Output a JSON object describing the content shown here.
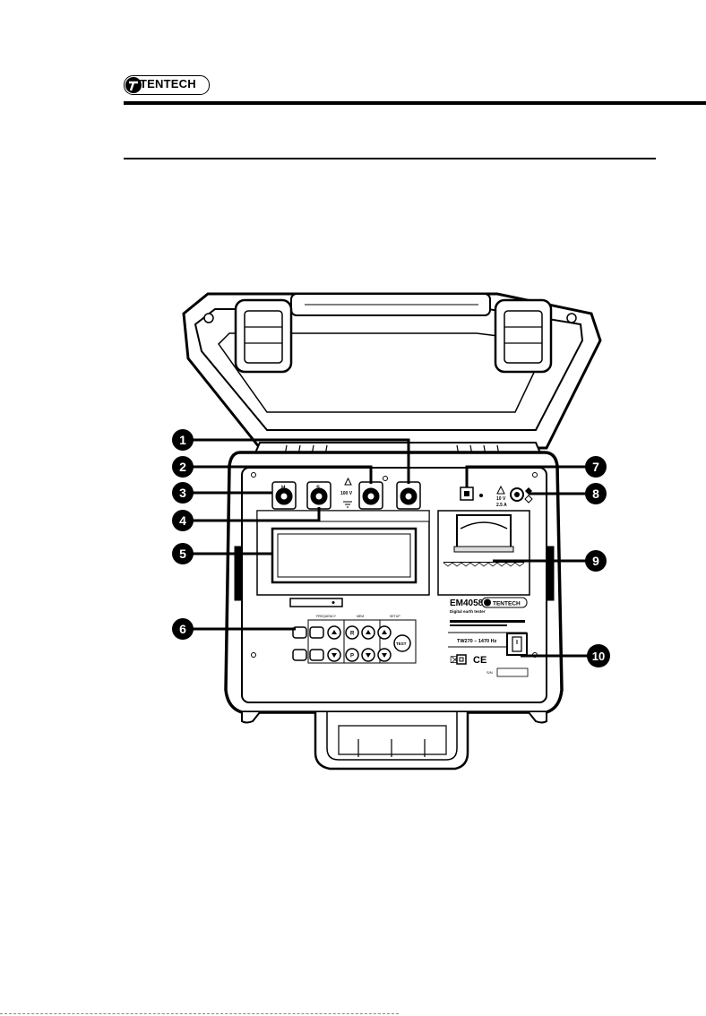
{
  "brand": {
    "logo_text": "TENTECH"
  },
  "device": {
    "model": "EM4058",
    "subtitle": "Digital earth tester",
    "brand": "TENTECH",
    "freq_range": "TW270 – 1470 Hz",
    "terminal_h": "H",
    "terminal_s": "S",
    "warning_voltage": "100 V",
    "fuse_rating_1": "10 V",
    "fuse_rating_2": "2.5 A",
    "button_test": "TEST",
    "button_r": "R",
    "button_p": "P",
    "ce_mark": "CE",
    "section_labels": [
      "FREQUENCY",
      "MEM",
      "SETUP"
    ]
  },
  "callouts": [
    "1",
    "2",
    "3",
    "4",
    "5",
    "6",
    "7",
    "8",
    "9",
    "10"
  ]
}
